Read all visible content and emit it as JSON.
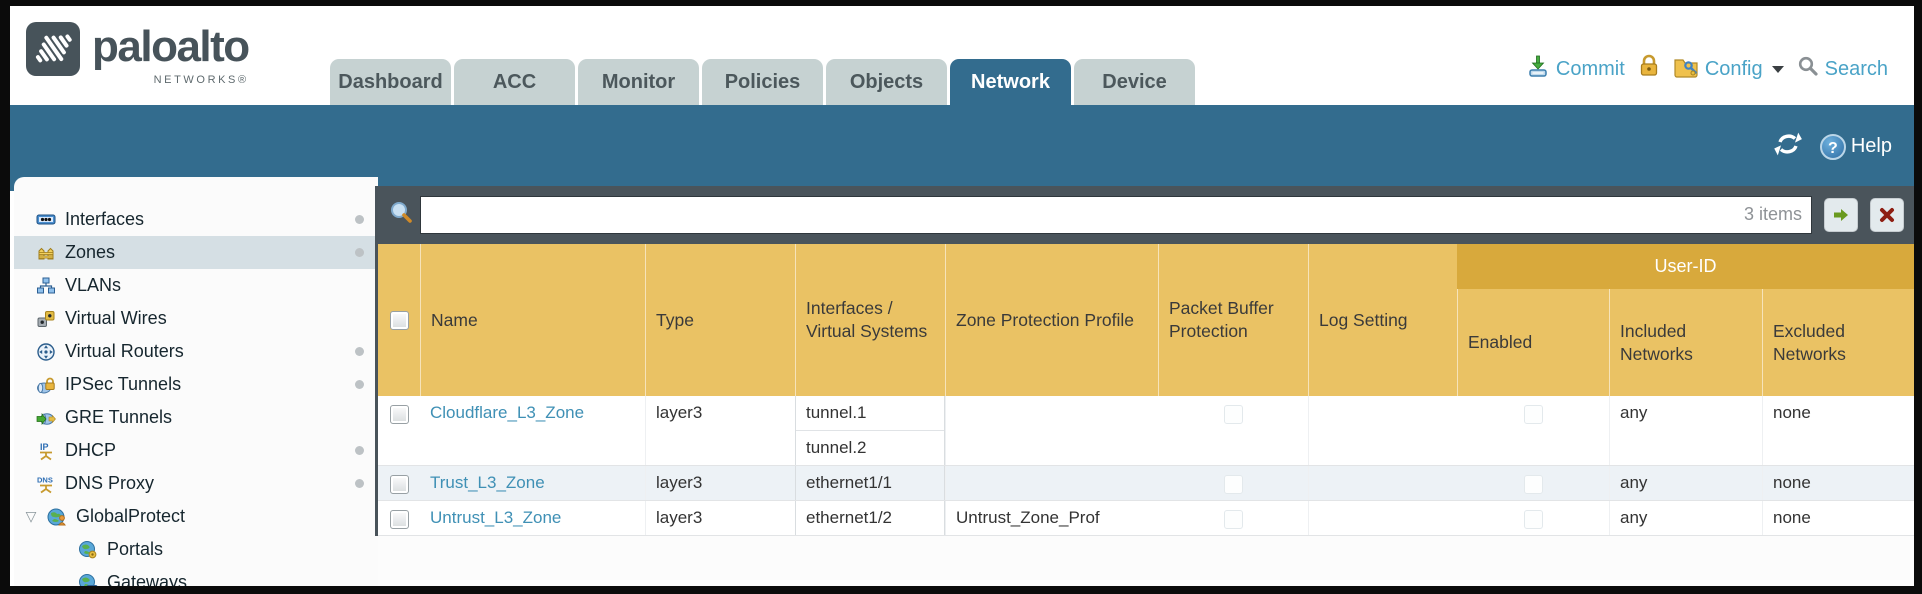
{
  "brand": {
    "wordmark": "paloalto",
    "subtext": "NETWORKS®"
  },
  "nav": {
    "tabs": [
      {
        "label": "Dashboard",
        "active": false
      },
      {
        "label": "ACC",
        "active": false
      },
      {
        "label": "Monitor",
        "active": false
      },
      {
        "label": "Policies",
        "active": false
      },
      {
        "label": "Objects",
        "active": false
      },
      {
        "label": "Network",
        "active": true
      },
      {
        "label": "Device",
        "active": false
      }
    ]
  },
  "utilities": {
    "commit_label": "Commit",
    "config_label": "Config",
    "search_label": "Search"
  },
  "band": {
    "help_label": "Help"
  },
  "sidebar": {
    "items": [
      {
        "label": "Interfaces",
        "icon": "interfaces-icon",
        "dot": true,
        "selected": false
      },
      {
        "label": "Zones",
        "icon": "zones-icon",
        "dot": true,
        "selected": true
      },
      {
        "label": "VLANs",
        "icon": "vlans-icon",
        "dot": false,
        "selected": false
      },
      {
        "label": "Virtual Wires",
        "icon": "virtual-wires-icon",
        "dot": false,
        "selected": false
      },
      {
        "label": "Virtual Routers",
        "icon": "virtual-routers-icon",
        "dot": true,
        "selected": false
      },
      {
        "label": "IPSec Tunnels",
        "icon": "ipsec-tunnels-icon",
        "dot": true,
        "selected": false
      },
      {
        "label": "GRE Tunnels",
        "icon": "gre-tunnels-icon",
        "dot": false,
        "selected": false
      },
      {
        "label": "DHCP",
        "icon": "dhcp-icon",
        "dot": true,
        "selected": false
      },
      {
        "label": "DNS Proxy",
        "icon": "dns-proxy-icon",
        "dot": true,
        "selected": false
      },
      {
        "label": "GlobalProtect",
        "icon": "globalprotect-icon",
        "dot": false,
        "selected": false,
        "expandable": true
      },
      {
        "label": "Portals",
        "icon": "portals-icon",
        "dot": false,
        "selected": false,
        "child": true
      },
      {
        "label": "Gateways",
        "icon": "gateways-icon",
        "dot": false,
        "selected": false,
        "child": true
      }
    ]
  },
  "toolbar": {
    "items_count": "3 items",
    "search_value": ""
  },
  "table": {
    "group_header": "User-ID",
    "columns": {
      "name": "Name",
      "type": "Type",
      "interfaces": "Interfaces / Virtual Systems",
      "zone_protection": "Zone Protection Profile",
      "packet_buffer": "Packet Buffer Protection",
      "log_setting": "Log Setting",
      "enabled": "Enabled",
      "included": "Included Networks",
      "excluded": "Excluded Networks"
    },
    "rows": [
      {
        "name": "Cloudflare_L3_Zone",
        "type": "layer3",
        "interface1": "tunnel.1",
        "interface2": "tunnel.2",
        "zone_protection": "",
        "log_setting": "",
        "included": "any",
        "excluded": "none"
      },
      {
        "name": "Trust_L3_Zone",
        "type": "layer3",
        "interface1": "ethernet1/1",
        "zone_protection": "",
        "log_setting": "",
        "included": "any",
        "excluded": "none"
      },
      {
        "name": "Untrust_L3_Zone",
        "type": "layer3",
        "interface1": "ethernet1/2",
        "zone_protection": "Untrust_Zone_Prof",
        "log_setting": "",
        "included": "any",
        "excluded": "none"
      }
    ]
  },
  "colors": {
    "band_blue": "#336C8E",
    "header_gold": "#EAC264",
    "group_gold": "#D8A93C",
    "link_blue": "#3F90B5",
    "toolbar_slate": "#4A545B",
    "selected_row": "#D5DFE4"
  }
}
